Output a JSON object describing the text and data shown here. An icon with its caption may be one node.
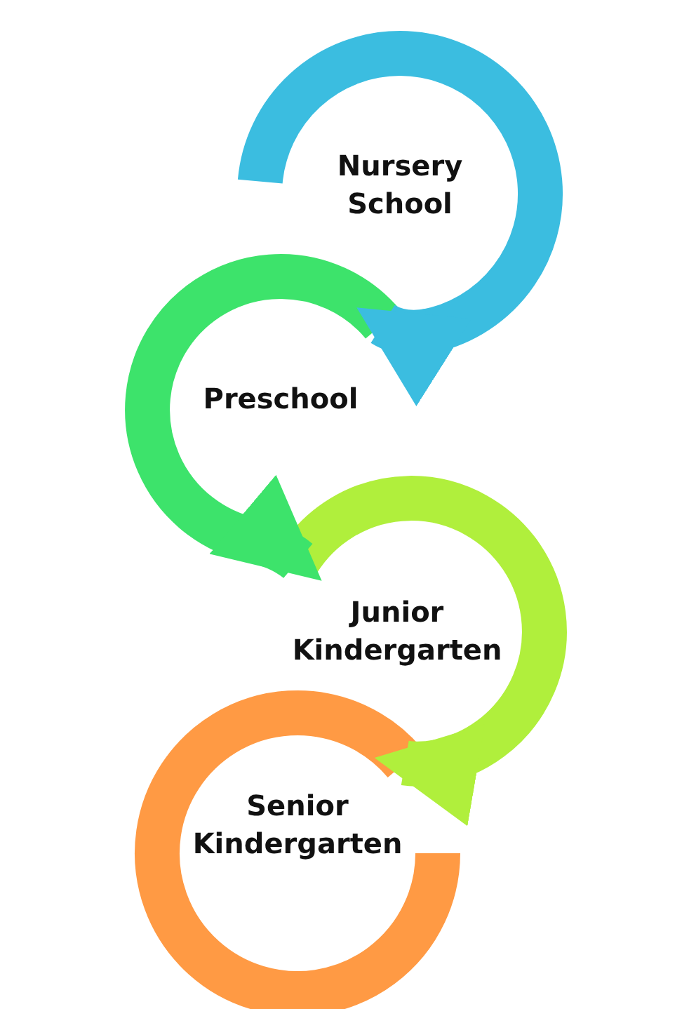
{
  "diagram": {
    "nodes": [
      {
        "text": [
          "Nursery School"
        ]
      },
      {
        "text": [
          "Preschool"
        ]
      },
      {
        "text": [
          "Junior Kindergarten"
        ]
      },
      {
        "text": [
          "Senior Kindergarten"
        ]
      }
    ],
    "edges": [
      {
        "from": 0,
        "to": 1,
        "arrow": "to",
        "color": "#3bbde0"
      },
      {
        "from": 1,
        "to": 2,
        "arrow": "to",
        "color": "#3de36b"
      },
      {
        "from": 2,
        "to": 3,
        "arrow": "to",
        "color": "#b0ef3c"
      }
    ]
  }
}
